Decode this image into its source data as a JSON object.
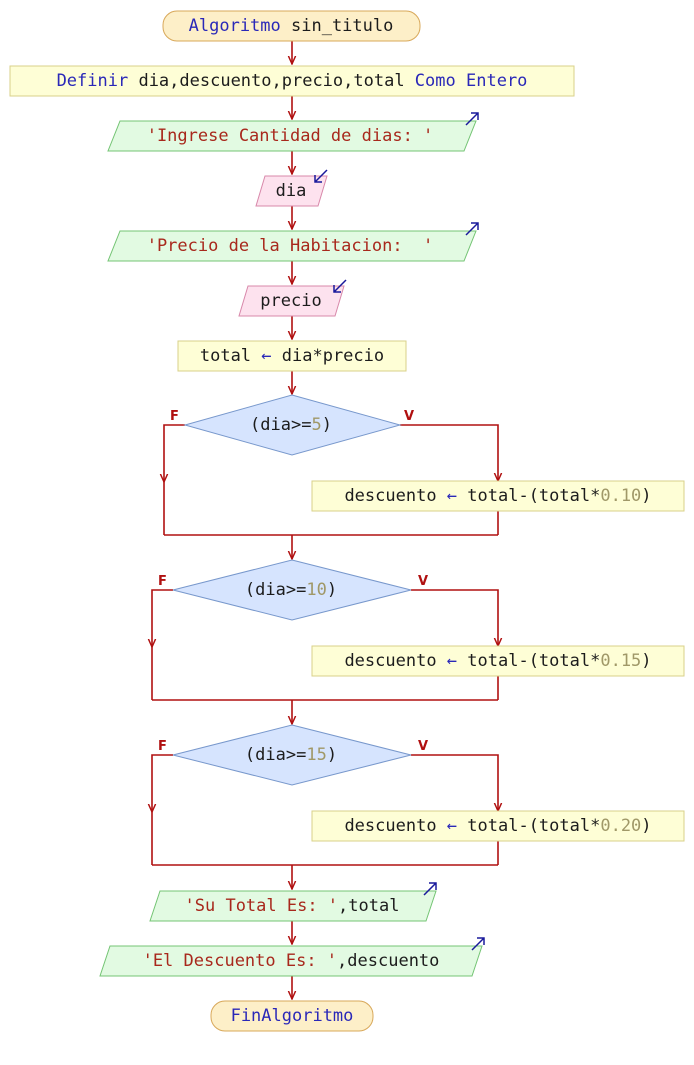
{
  "colors": {
    "edge": "#b01010",
    "terminal_fill": "#fdefc8",
    "terminal_stroke": "#d8a85a",
    "process_fill": "#fefed6",
    "process_stroke": "#d8d08a",
    "output_fill": "#e2fae2",
    "output_stroke": "#74c474",
    "input_fill": "#fde2ee",
    "input_stroke": "#d888aa",
    "decision_fill": "#d6e4fe",
    "decision_stroke": "#7898cc",
    "keyword": "#2a28b8",
    "identifier": "#1c1c1c",
    "string": "#a8281c",
    "number": "#a09868"
  },
  "icons": {
    "output": "arrow-up-right-icon",
    "input": "arrow-down-left-icon"
  },
  "flow": {
    "start": [
      {
        "t": "Algoritmo",
        "c": "kw"
      },
      {
        "t": " sin_titulo",
        "c": "pl"
      }
    ],
    "define": [
      {
        "t": "Definir",
        "c": "kw"
      },
      {
        "t": " dia,descuento,precio,total ",
        "c": "pl"
      },
      {
        "t": "Como",
        "c": "kw"
      },
      {
        "t": " ",
        "c": "pl"
      },
      {
        "t": "Entero",
        "c": "kw"
      }
    ],
    "out1": [
      {
        "t": "'Ingrese Cantidad de dias: '",
        "c": "st"
      }
    ],
    "in1": [
      {
        "t": "dia",
        "c": "pl"
      }
    ],
    "out2": [
      {
        "t": "'Precio de la Habitacion:  '",
        "c": "st"
      }
    ],
    "in2": [
      {
        "t": "precio",
        "c": "pl"
      }
    ],
    "assign": [
      {
        "t": "total ",
        "c": "pl"
      },
      {
        "t": "←",
        "c": "kw"
      },
      {
        "t": " dia*precio",
        "c": "pl"
      }
    ],
    "cond1": [
      {
        "t": "(dia>=",
        "c": "pl"
      },
      {
        "t": "5",
        "c": "nm"
      },
      {
        "t": ")",
        "c": "pl"
      }
    ],
    "act1": [
      {
        "t": "descuento ",
        "c": "pl"
      },
      {
        "t": "←",
        "c": "kw"
      },
      {
        "t": " total-(total*",
        "c": "pl"
      },
      {
        "t": "0.10",
        "c": "nm"
      },
      {
        "t": ")",
        "c": "pl"
      }
    ],
    "cond2": [
      {
        "t": "(dia>=",
        "c": "pl"
      },
      {
        "t": "10",
        "c": "nm"
      },
      {
        "t": ")",
        "c": "pl"
      }
    ],
    "act2": [
      {
        "t": "descuento ",
        "c": "pl"
      },
      {
        "t": "←",
        "c": "kw"
      },
      {
        "t": " total-(total*",
        "c": "pl"
      },
      {
        "t": "0.15",
        "c": "nm"
      },
      {
        "t": ")",
        "c": "pl"
      }
    ],
    "cond3": [
      {
        "t": "(dia>=",
        "c": "pl"
      },
      {
        "t": "15",
        "c": "nm"
      },
      {
        "t": ")",
        "c": "pl"
      }
    ],
    "act3": [
      {
        "t": "descuento ",
        "c": "pl"
      },
      {
        "t": "←",
        "c": "kw"
      },
      {
        "t": " total-(total*",
        "c": "pl"
      },
      {
        "t": "0.20",
        "c": "nm"
      },
      {
        "t": ")",
        "c": "pl"
      }
    ],
    "out3": [
      {
        "t": "'Su Total Es: '",
        "c": "st"
      },
      {
        "t": ",total",
        "c": "pl"
      }
    ],
    "out4": [
      {
        "t": "'El Descuento Es: '",
        "c": "st"
      },
      {
        "t": ",descuento",
        "c": "pl"
      }
    ],
    "end": [
      {
        "t": "FinAlgoritmo",
        "c": "kw"
      }
    ]
  },
  "branch_labels": {
    "false_label": "F",
    "true_label": "V"
  }
}
